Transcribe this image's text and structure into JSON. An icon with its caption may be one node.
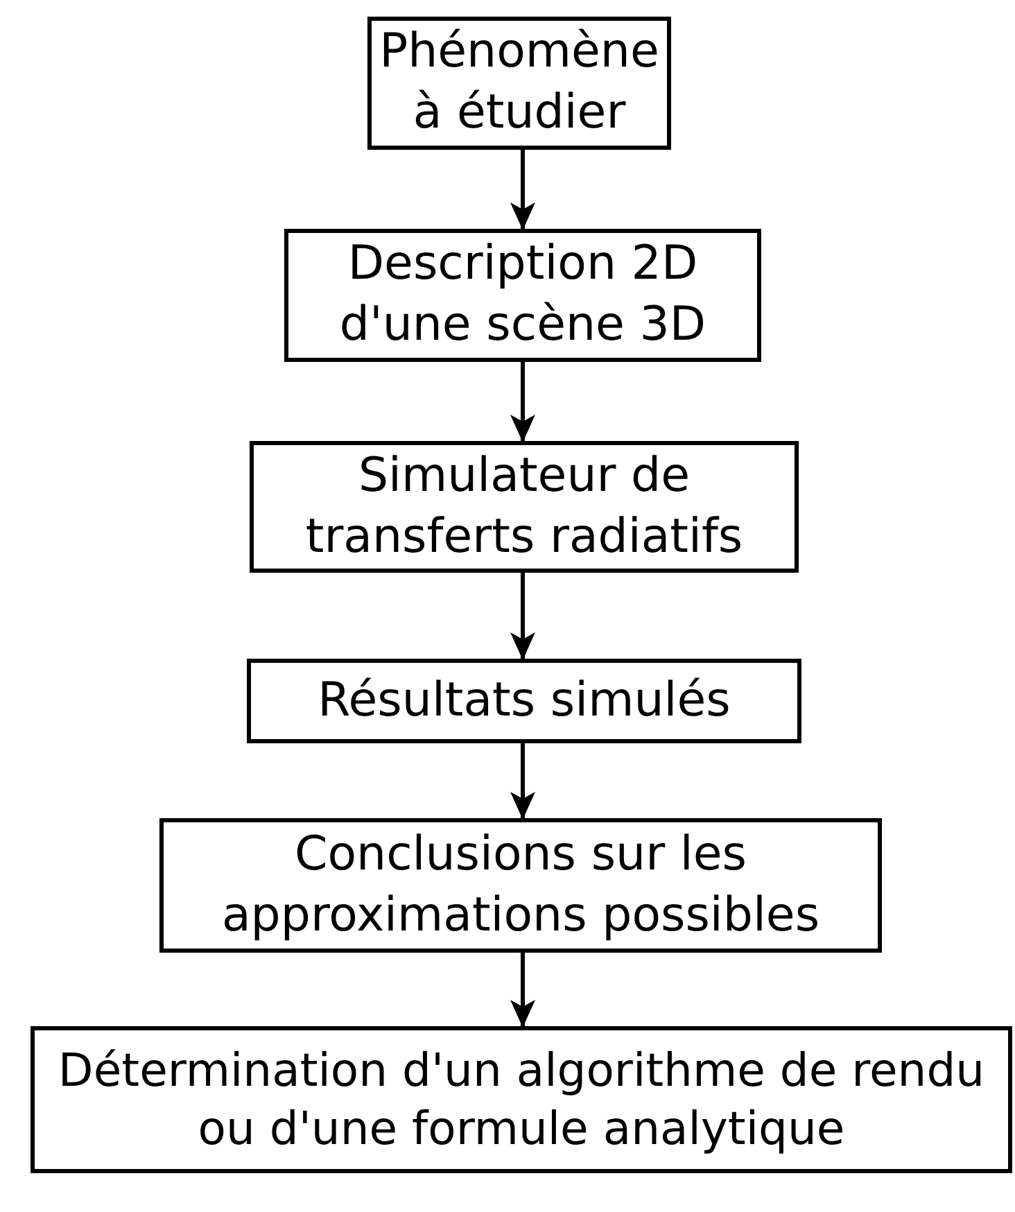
{
  "diagram": {
    "nodes": [
      {
        "text": [
          "Phénomène à étudier"
        ]
      },
      {
        "text": [
          "Description 2D d'une scène 3D"
        ]
      },
      {
        "text": [
          "Simulateur de transferts radiatifs"
        ]
      },
      {
        "text": [
          "Résultats simulés"
        ]
      },
      {
        "text": [
          "Conclusions sur les approximations possibles"
        ]
      },
      {
        "text": [
          "Détermination d'un algorithme de rendu ou d'une formule analytique"
        ]
      }
    ],
    "edges": [
      {
        "from": 0,
        "to": 1,
        "arrow": "to"
      },
      {
        "from": 1,
        "to": 2,
        "arrow": "to"
      },
      {
        "from": 2,
        "to": 3,
        "arrow": "to"
      },
      {
        "from": 3,
        "to": 4,
        "arrow": "to"
      },
      {
        "from": 4,
        "to": 5,
        "arrow": "to"
      }
    ]
  }
}
